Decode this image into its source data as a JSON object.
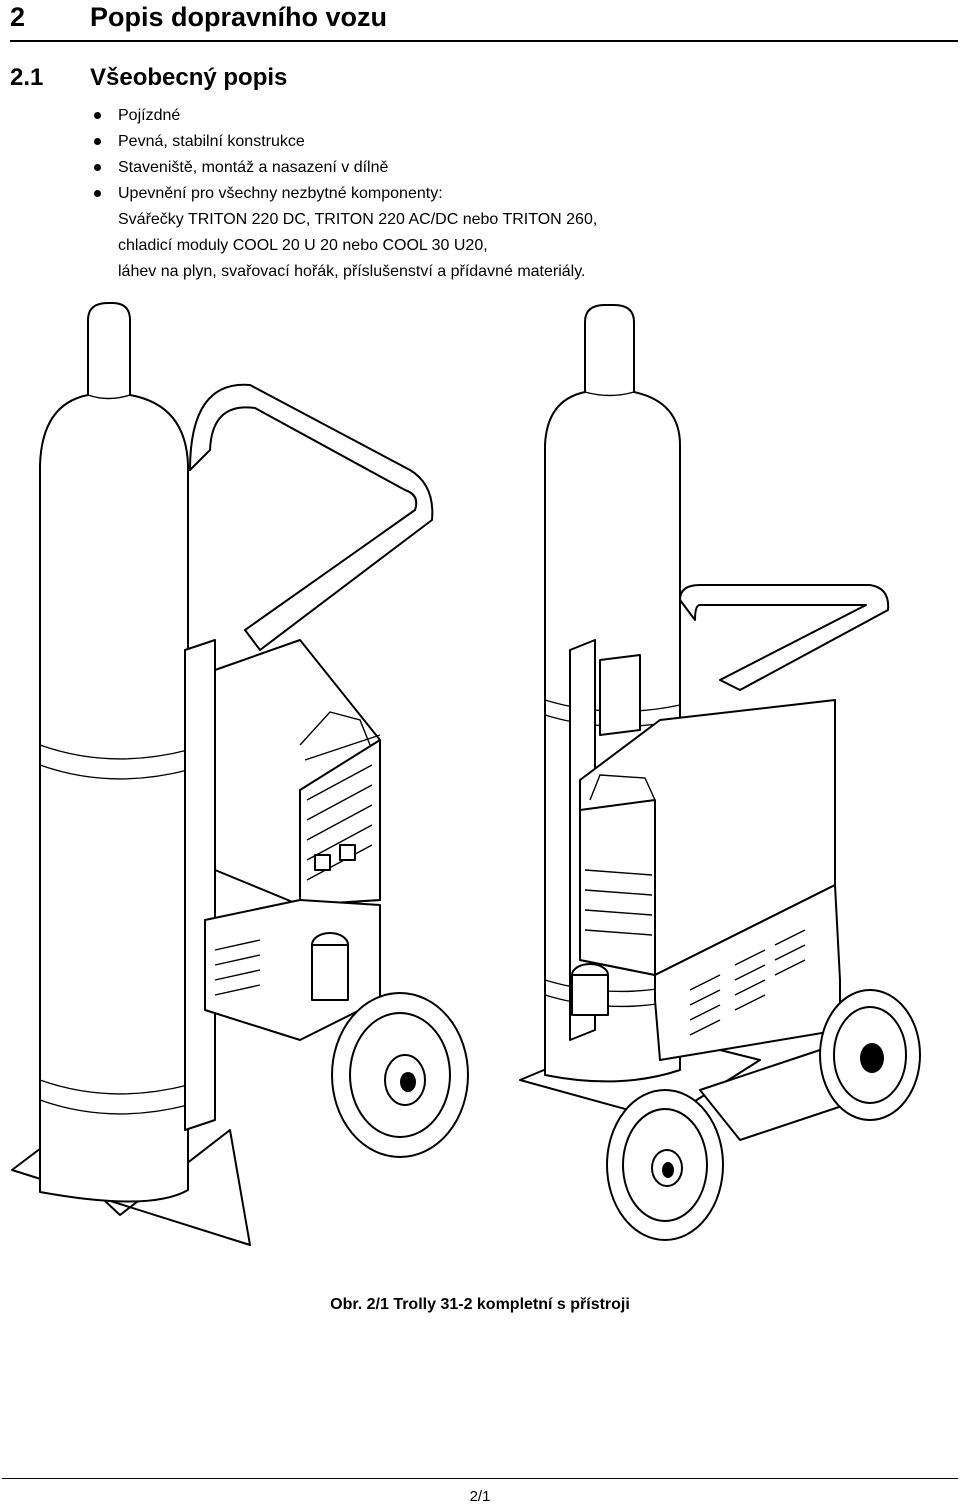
{
  "chapter": {
    "number": "2",
    "title": "Popis dopravního vozu"
  },
  "section": {
    "number": "2.1",
    "title": "Všeobecný popis"
  },
  "bullets": [
    {
      "text": "Pojízdné"
    },
    {
      "text": "Pevná, stabilní konstrukce"
    },
    {
      "text": "Staveniště, montáž a nasazení v dílně"
    },
    {
      "text": "Upevnění pro všechny nezbytné komponenty:",
      "continuation": [
        "Svářečky TRITON 220 DC, TRITON 220 AC/DC nebo TRITON 260,",
        "chladicí moduly COOL 20 U 20 nebo COOL 30 U20,",
        "láhev na plyn, svařovací hořák, příslušenství a přídavné materiály."
      ]
    }
  ],
  "figure": {
    "caption_label": "Obr. 2/1",
    "caption_text": "Trolly 31-2 kompletní s přístroji"
  },
  "footer": {
    "page_number": "2/1"
  }
}
